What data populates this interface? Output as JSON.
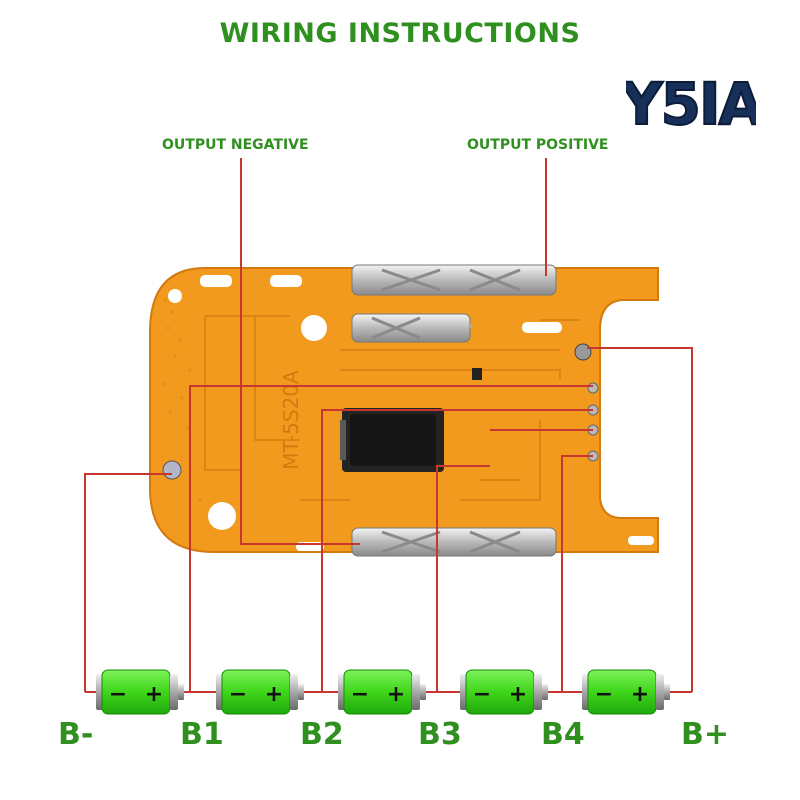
{
  "title": "WIRING INSTRUCTIONS",
  "logo_text": "Y5IA",
  "board_label": "MT-5S20A",
  "labels": {
    "output_negative": "OUTPUT NEGATIVE",
    "output_positive": "OUTPUT POSITIVE"
  },
  "nodes": [
    "B-",
    "B1",
    "B2",
    "B3",
    "B4",
    "B+"
  ],
  "battery_signs": {
    "minus": "−",
    "plus": "+"
  },
  "colors": {
    "title_green": "#2f8f1f",
    "wire_red": "#c8372f",
    "board_orange": "#f29a1e",
    "battery_green": "#4ee01c",
    "logo_navy": "#16305a"
  }
}
